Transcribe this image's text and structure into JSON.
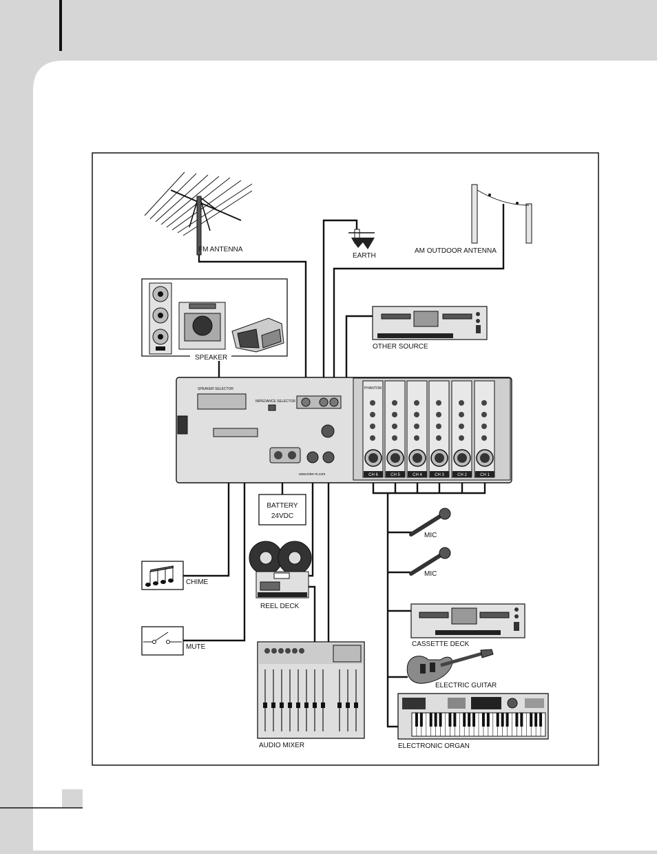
{
  "labels": {
    "fm_antenna": "FM ANTENNA",
    "earth": "EARTH",
    "am_antenna": "AM OUTDOOR ANTENNA",
    "speaker": "SPEAKER",
    "other_source": "OTHER SOURCE",
    "battery_line1": "BATTERY",
    "battery_line2": "24VDC",
    "mic": "MIC",
    "chime": "CHIME",
    "reel_deck": "REEL DECK",
    "cassette_deck": "CASSETTE DECK",
    "electric_guitar": "ELECTRIC GUITAR",
    "mute": "MUTE",
    "audio_mixer": "AUDIO MIXER",
    "electronic_organ": "ELECTRONIC ORGAN"
  },
  "amplifier": {
    "speaker_selector": "SPEAKER SELECTOR",
    "impedance_selector": "IMPEDANCE SELECTOR",
    "website": "www.inter-m.com",
    "phantom": "PHANTOM",
    "channels": [
      "CH 6",
      "CH 5",
      "CH 4",
      "CH 3",
      "CH 2",
      "CH 1"
    ]
  }
}
